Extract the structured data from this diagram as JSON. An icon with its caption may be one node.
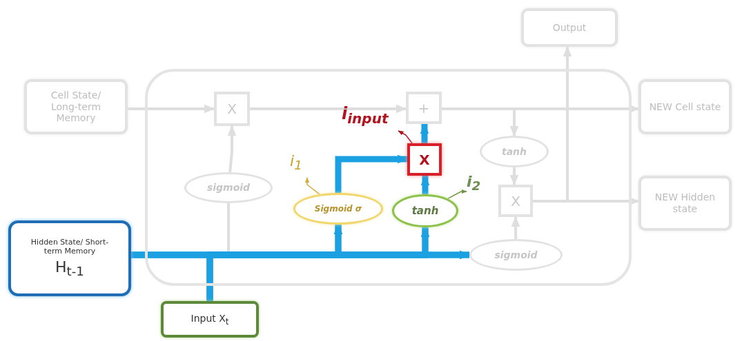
{
  "diagram": {
    "nodes": [
      {
        "text": [],
        "shape": "box"
      },
      {
        "text": [
          "Cell State/ Long-term Memory"
        ]
      },
      {
        "text": [
          "Output"
        ]
      },
      {
        "text": [
          "X"
        ],
        "in": 0
      },
      {
        "text": [
          "+"
        ],
        "in": 0
      },
      {
        "text": [
          "NEW Cell state"
        ]
      },
      {
        "text": [
          "i$_{input}$"
        ],
        "in": 0
      },
      {
        "text": [
          "tanh"
        ],
        "in": 0
      },
      {
        "text": [
          "i$_{1}$"
        ],
        "in": 0
      },
      {
        "text": [
          "X"
        ],
        "in": 0
      },
      {
        "text": [
          "i$_{2}$"
        ],
        "in": 0
      },
      {
        "text": [
          "sigmoid"
        ],
        "in": 0
      },
      {
        "text": [
          "Sigmoid σ"
        ],
        "in": 0
      },
      {
        "text": [
          "tanh"
        ],
        "in": 0
      },
      {
        "text": [
          "X"
        ],
        "in": 0
      },
      {
        "text": [
          "NEW Hidden state"
        ]
      },
      {
        "text": [
          "sigmoid"
        ],
        "in": 0
      },
      {
        "text": [
          "Hidden State/ Short-term Memory",
          "H$_{t-1}$"
        ]
      },
      {
        "text": [
          "Input X$_{t}$"
        ]
      }
    ],
    "edges": [
      {
        "from": 1,
        "to": 3,
        "arrow": "to"
      },
      {
        "from": 3,
        "to": 4,
        "arrow": "to"
      },
      {
        "from": 11,
        "to": 3,
        "arrow": "to"
      },
      {
        "from": 4,
        "to": 5,
        "arrow": "to"
      },
      {
        "from": 4,
        "to": 7,
        "arrow": "to"
      },
      {
        "from": 7,
        "to": 14,
        "arrow": "to"
      },
      {
        "from": 16,
        "to": 14,
        "arrow": "to"
      },
      {
        "from": 14,
        "to": 15,
        "arrow": "to"
      },
      {
        "from": 14,
        "to": 2,
        "arrow": "to"
      },
      {
        "from": null,
        "to": 11,
        "arrow": "none"
      },
      {
        "from": 17,
        "to": 12,
        "arrow": "to",
        "style": "thick",
        "color": "#1ba1e2"
      },
      {
        "from": 17,
        "to": 13,
        "arrow": "to",
        "style": "thick",
        "color": "#1ba1e2"
      },
      {
        "from": 17,
        "to": 16,
        "arrow": "to",
        "style": "thick",
        "color": "#1ba1e2"
      },
      {
        "from": 18,
        "to": 12,
        "arrow": "to",
        "style": "thick",
        "color": "#1ba1e2"
      },
      {
        "from": 18,
        "to": 13,
        "arrow": "to",
        "style": "thick",
        "color": "#1ba1e2"
      },
      {
        "from": 18,
        "to": 16,
        "arrow": "to",
        "style": "thick",
        "color": "#1ba1e2"
      },
      {
        "from": 12,
        "to": 9,
        "arrow": "to",
        "style": "thick",
        "color": "#1ba1e2"
      },
      {
        "from": 13,
        "to": 9,
        "arrow": "to",
        "style": "thick",
        "color": "#1ba1e2"
      },
      {
        "from": 9,
        "to": 4,
        "arrow": "to",
        "style": "thick",
        "color": "#1ba1e2"
      },
      {
        "from": 9,
        "to": 6,
        "arrow": "to",
        "color": "#b3121f"
      },
      {
        "from": 12,
        "to": 8,
        "arrow": "to",
        "color": "#d4ac3a"
      },
      {
        "from": 13,
        "to": 10,
        "arrow": "to",
        "color": "#6f9440"
      }
    ]
  }
}
